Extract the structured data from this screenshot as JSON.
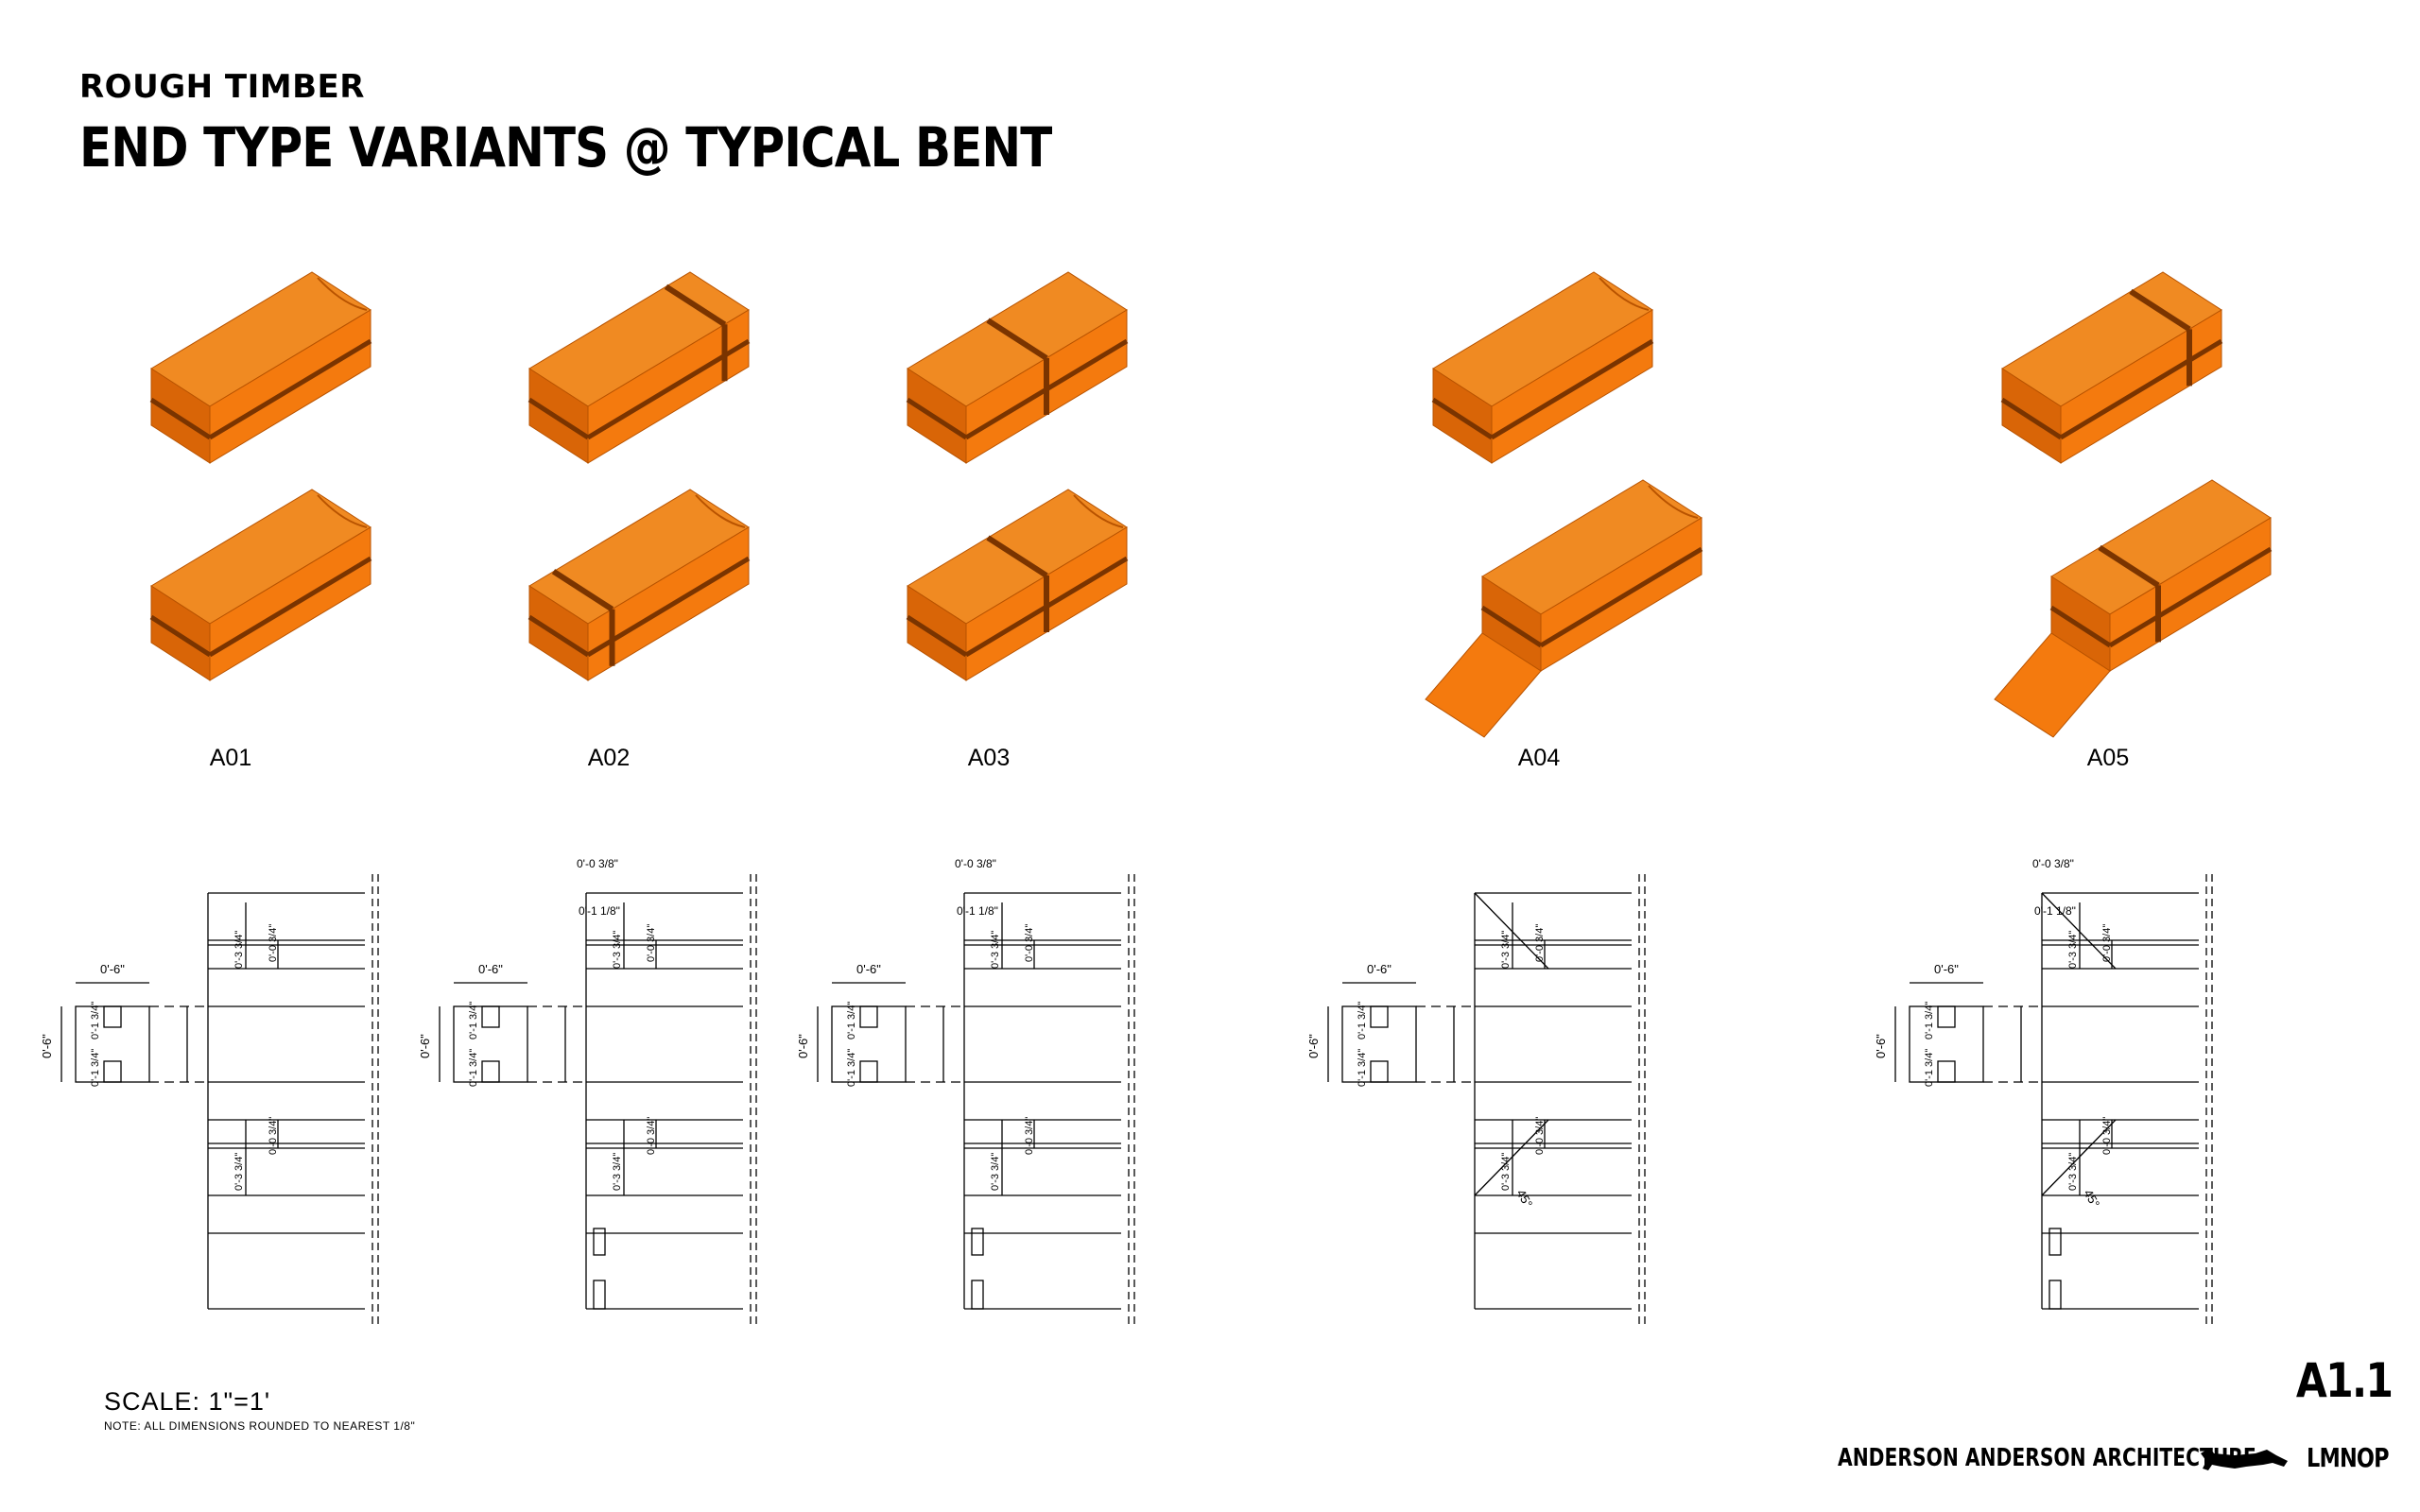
{
  "header": {
    "subtitle": "ROUGH TIMBER",
    "title": "END TYPE VARIANTS @ TYPICAL BENT"
  },
  "variants": [
    {
      "id": "A01"
    },
    {
      "id": "A02"
    },
    {
      "id": "A03"
    },
    {
      "id": "A04"
    },
    {
      "id": "A05"
    }
  ],
  "dimensions": {
    "width": "0'-6\"",
    "tenon_spacing": "0'-1 3/4\"",
    "half_depth": "0'-3 3/4\"",
    "slot": "0'-0 3/4\"",
    "top_offset": "0'-1 1/8\"",
    "top_notch": "0'-0 3/8\"",
    "angle": "45°"
  },
  "footer": {
    "scale": "SCALE: 1\"=1'",
    "note": "NOTE: ALL DIMENSIONS ROUNDED TO NEAREST 1/8\"",
    "sheet_number": "A1.1",
    "firm": "ANDERSON ANDERSON ARCHITECTURE",
    "partner": "LMNOP",
    "logo_icon": "dog-logo-icon"
  },
  "colors": {
    "timber_top": "#f08a22",
    "timber_front": "#f47a0e",
    "timber_side": "#d96507",
    "line": "#000000"
  }
}
